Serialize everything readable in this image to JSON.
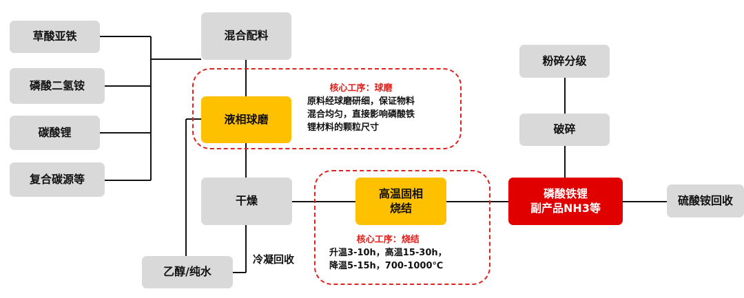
{
  "inputs": {
    "ferrous_oxalate": "草酸亚铁",
    "ammonium_dihydrogen_phosphate": "磷酸二氢铵",
    "lithium_carbonate": "碳酸锂",
    "composite_carbon_source": "复合碳源等"
  },
  "process": {
    "mixing": "混合配料",
    "wet_ball_milling": "液相球磨",
    "drying": "干燥",
    "high_temp_sintering_line1": "高温固相",
    "high_temp_sintering_line2": "烧结",
    "product_line1": "磷酸铁锂",
    "product_line2": "副产品NH3等",
    "crushing": "破碎",
    "grinding_classification": "粉碎分级",
    "ammonium_sulfate_recovery": "硫酸铵回收",
    "ethanol_pure_water": "乙醇/纯水",
    "condensation_recovery": "冷凝回收"
  },
  "notes": {
    "ball_milling": {
      "title": "核心工序：球磨",
      "lines": [
        "原料经球磨研细，保证物料",
        "混合均匀，直接影响磷酸铁",
        "锂材料的颗粒尺寸"
      ]
    },
    "sintering": {
      "title": "核心工序：烧结",
      "lines": [
        "升温3-10h，高温15-30h，",
        "降温5-15h，700-1000℃"
      ]
    }
  },
  "colors": {
    "gray_box": "#d9d9d9",
    "yellow_box": "#ffc000",
    "red_box": "#e00000",
    "dashed_border": "#e0201c",
    "connector": "#111111"
  }
}
